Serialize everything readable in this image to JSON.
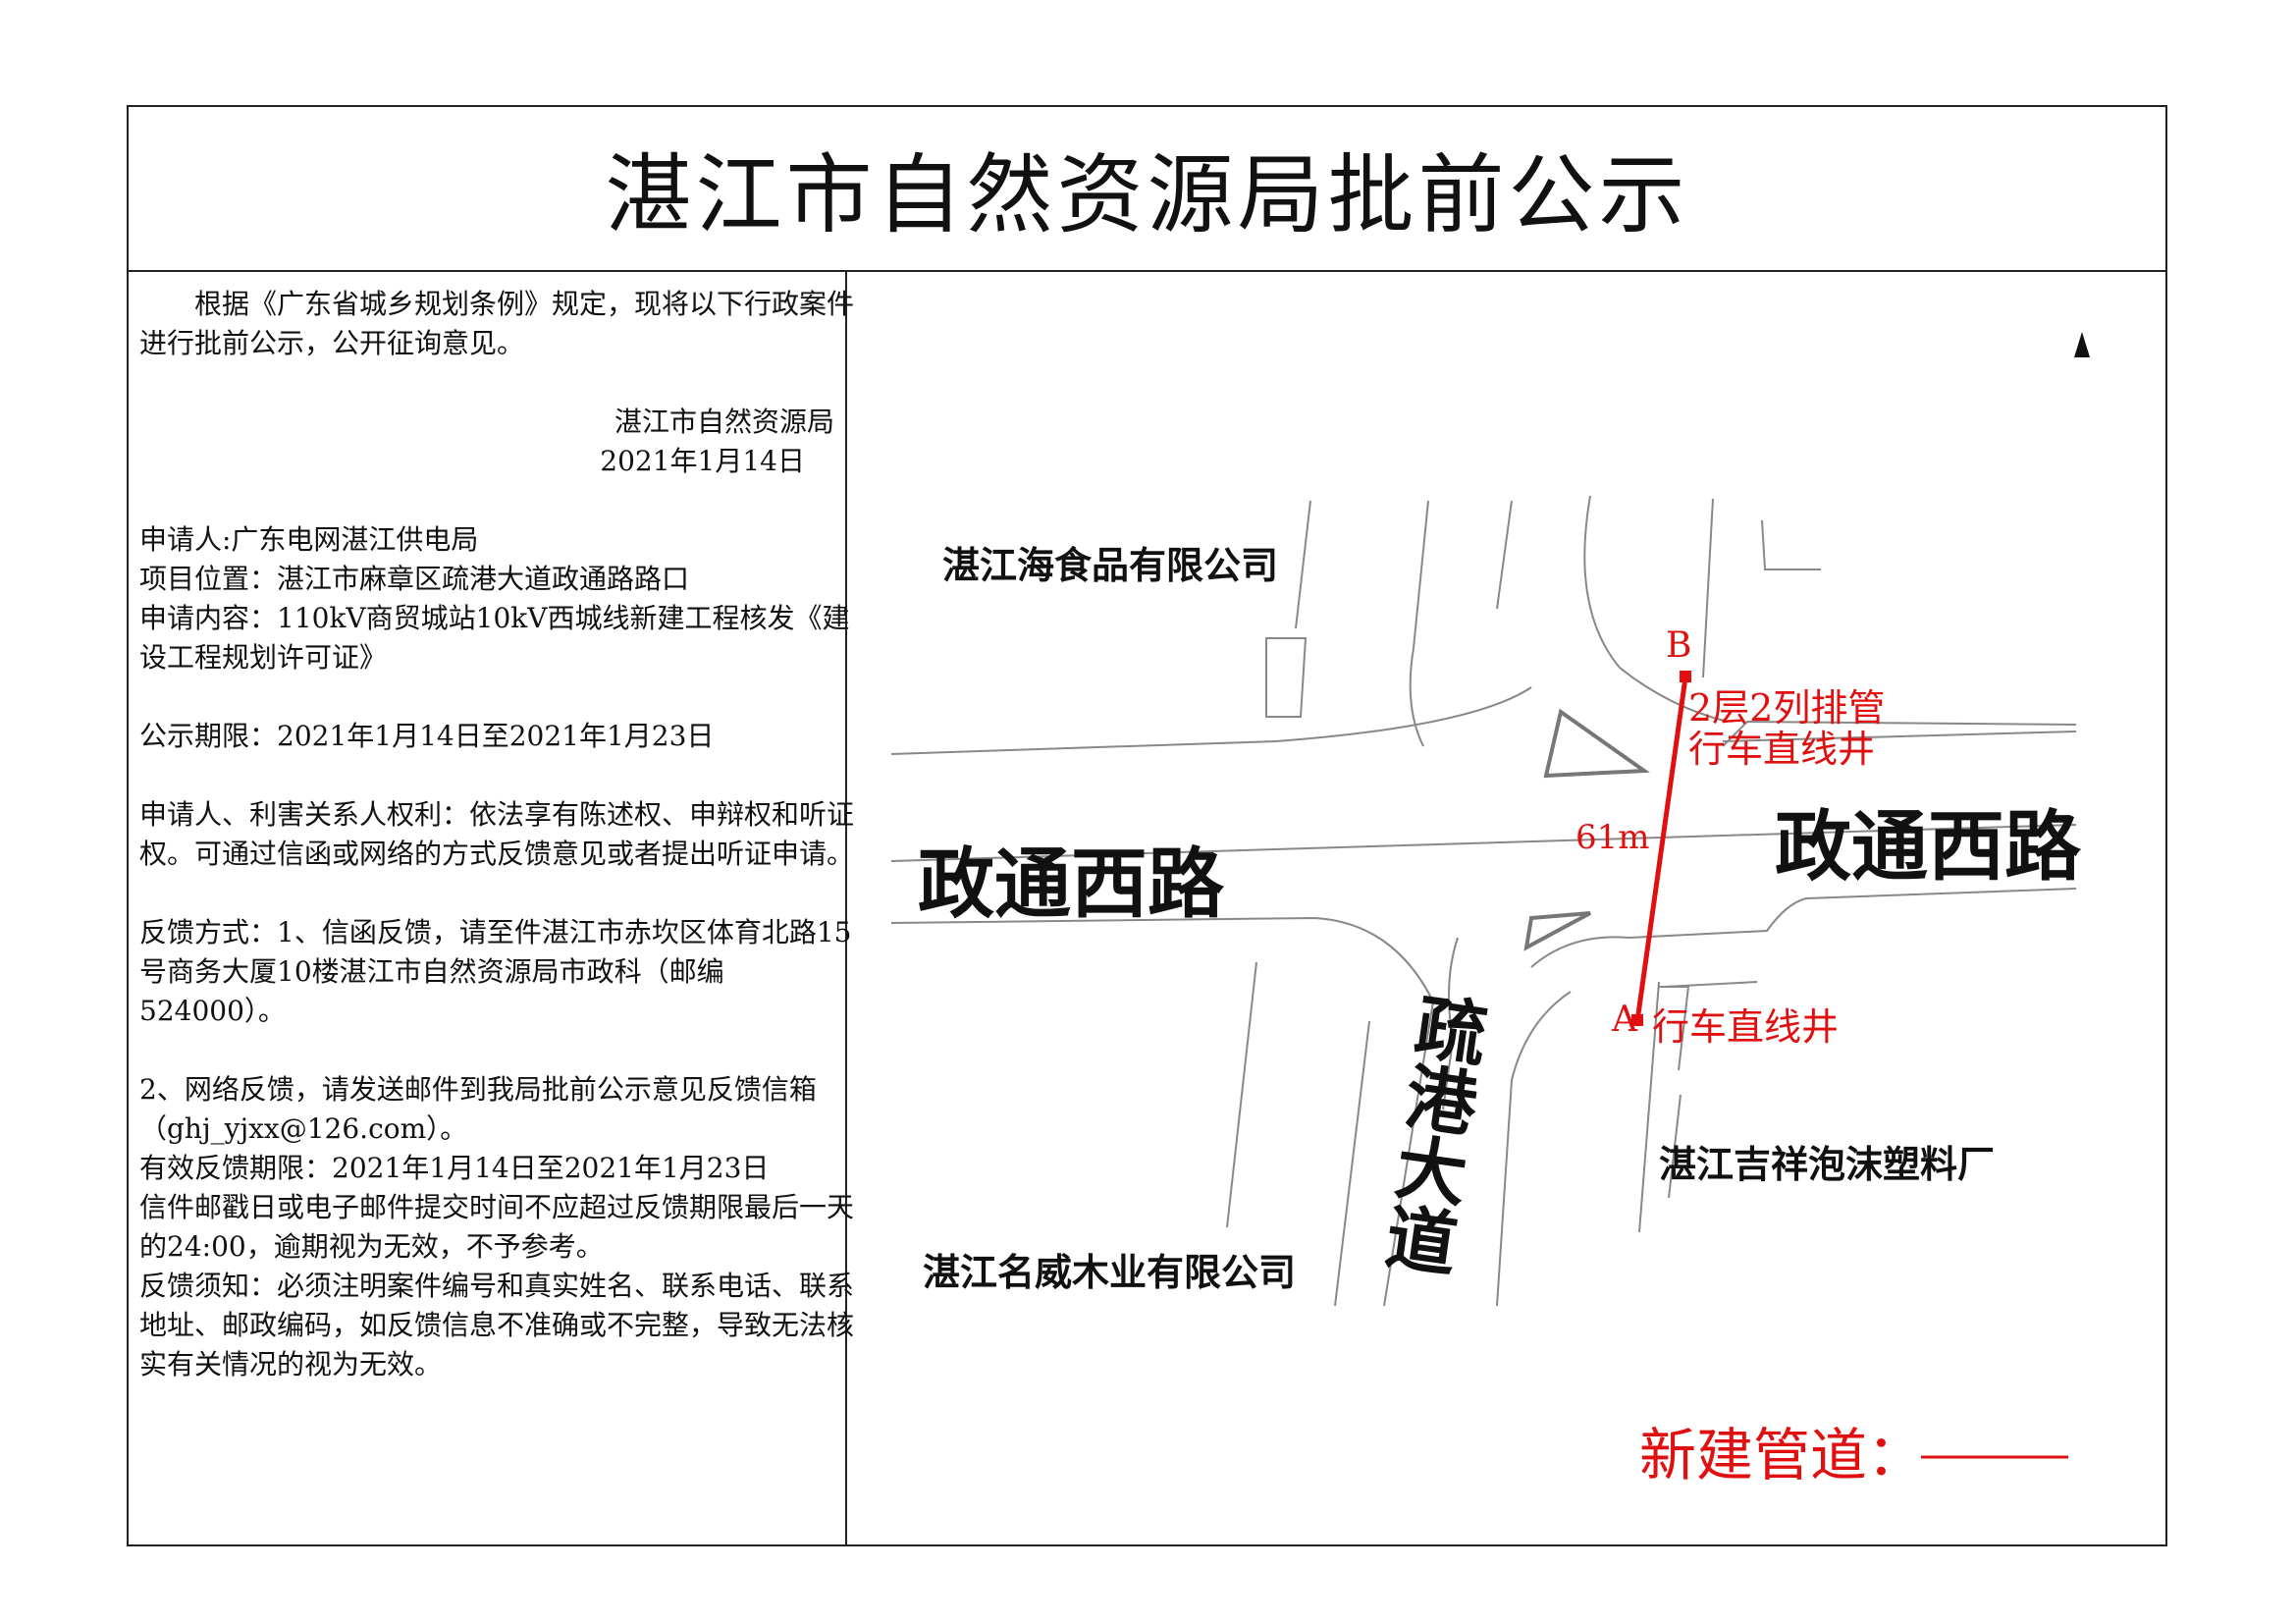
{
  "title": "湛江市自然资源局批前公示",
  "notice": {
    "intro": "根据《广东省城乡规划条例》规定，现将以下行政案件进行批前公示，公开征询意见。",
    "issuer": "湛江市自然资源局",
    "issue_date": "2021年1月14日",
    "applicant": "申请人:广东电网湛江供电局",
    "location": "项目位置：湛江市麻章区疏港大道政通路路口",
    "content": "申请内容：110kV商贸城站10kV西城线新建工程核发《建设工程规划许可证》",
    "period": "公示期限：2021年1月14日至2021年1月23日",
    "rights": "申请人、利害关系人权利：依法享有陈述权、申辩权和听证权。可通过信函或网络的方式反馈意见或者提出听证申请。",
    "feedback_mail": "反馈方式：1、信函反馈，请至件湛江市赤坎区体育北路15号商务大厦10楼湛江市自然资源局市政科（邮编524000）。",
    "feedback_email": "2、网络反馈，请发送邮件到我局批前公示意见反馈信箱（ghj_yjxx@126.com）。",
    "valid_period": "有效反馈期限：2021年1月14日至2021年1月23日",
    "deadline_note": "信件邮戳日或电子邮件提交时间不应超过反馈期限最后一天的24:00，逾期视为无效，不予参考。",
    "requirements": "反馈须知：必须注明案件编号和真实姓名、联系电话、联系地址、邮政编码，如反馈信息不准确或不完整，导致无法核实有关情况的视为无效。"
  },
  "map": {
    "labels": {
      "company_nw": "湛江海食品有限公司",
      "road_west": "政通西路",
      "road_east": "政通西路",
      "road_ns": "疏港大道",
      "company_se": "湛江吉祥泡沫塑料厂",
      "company_sw": "湛江名威木业有限公司"
    },
    "pipeline": {
      "point_b": "B",
      "point_a": "A",
      "length": "61m",
      "pipe_spec": "2层2列排管",
      "well_b": "行车直线井",
      "well_a": "行车直线井"
    },
    "legend_label": "新建管道：",
    "north_arrow": "north-arrow-icon",
    "pipe_color": "#e01010"
  }
}
